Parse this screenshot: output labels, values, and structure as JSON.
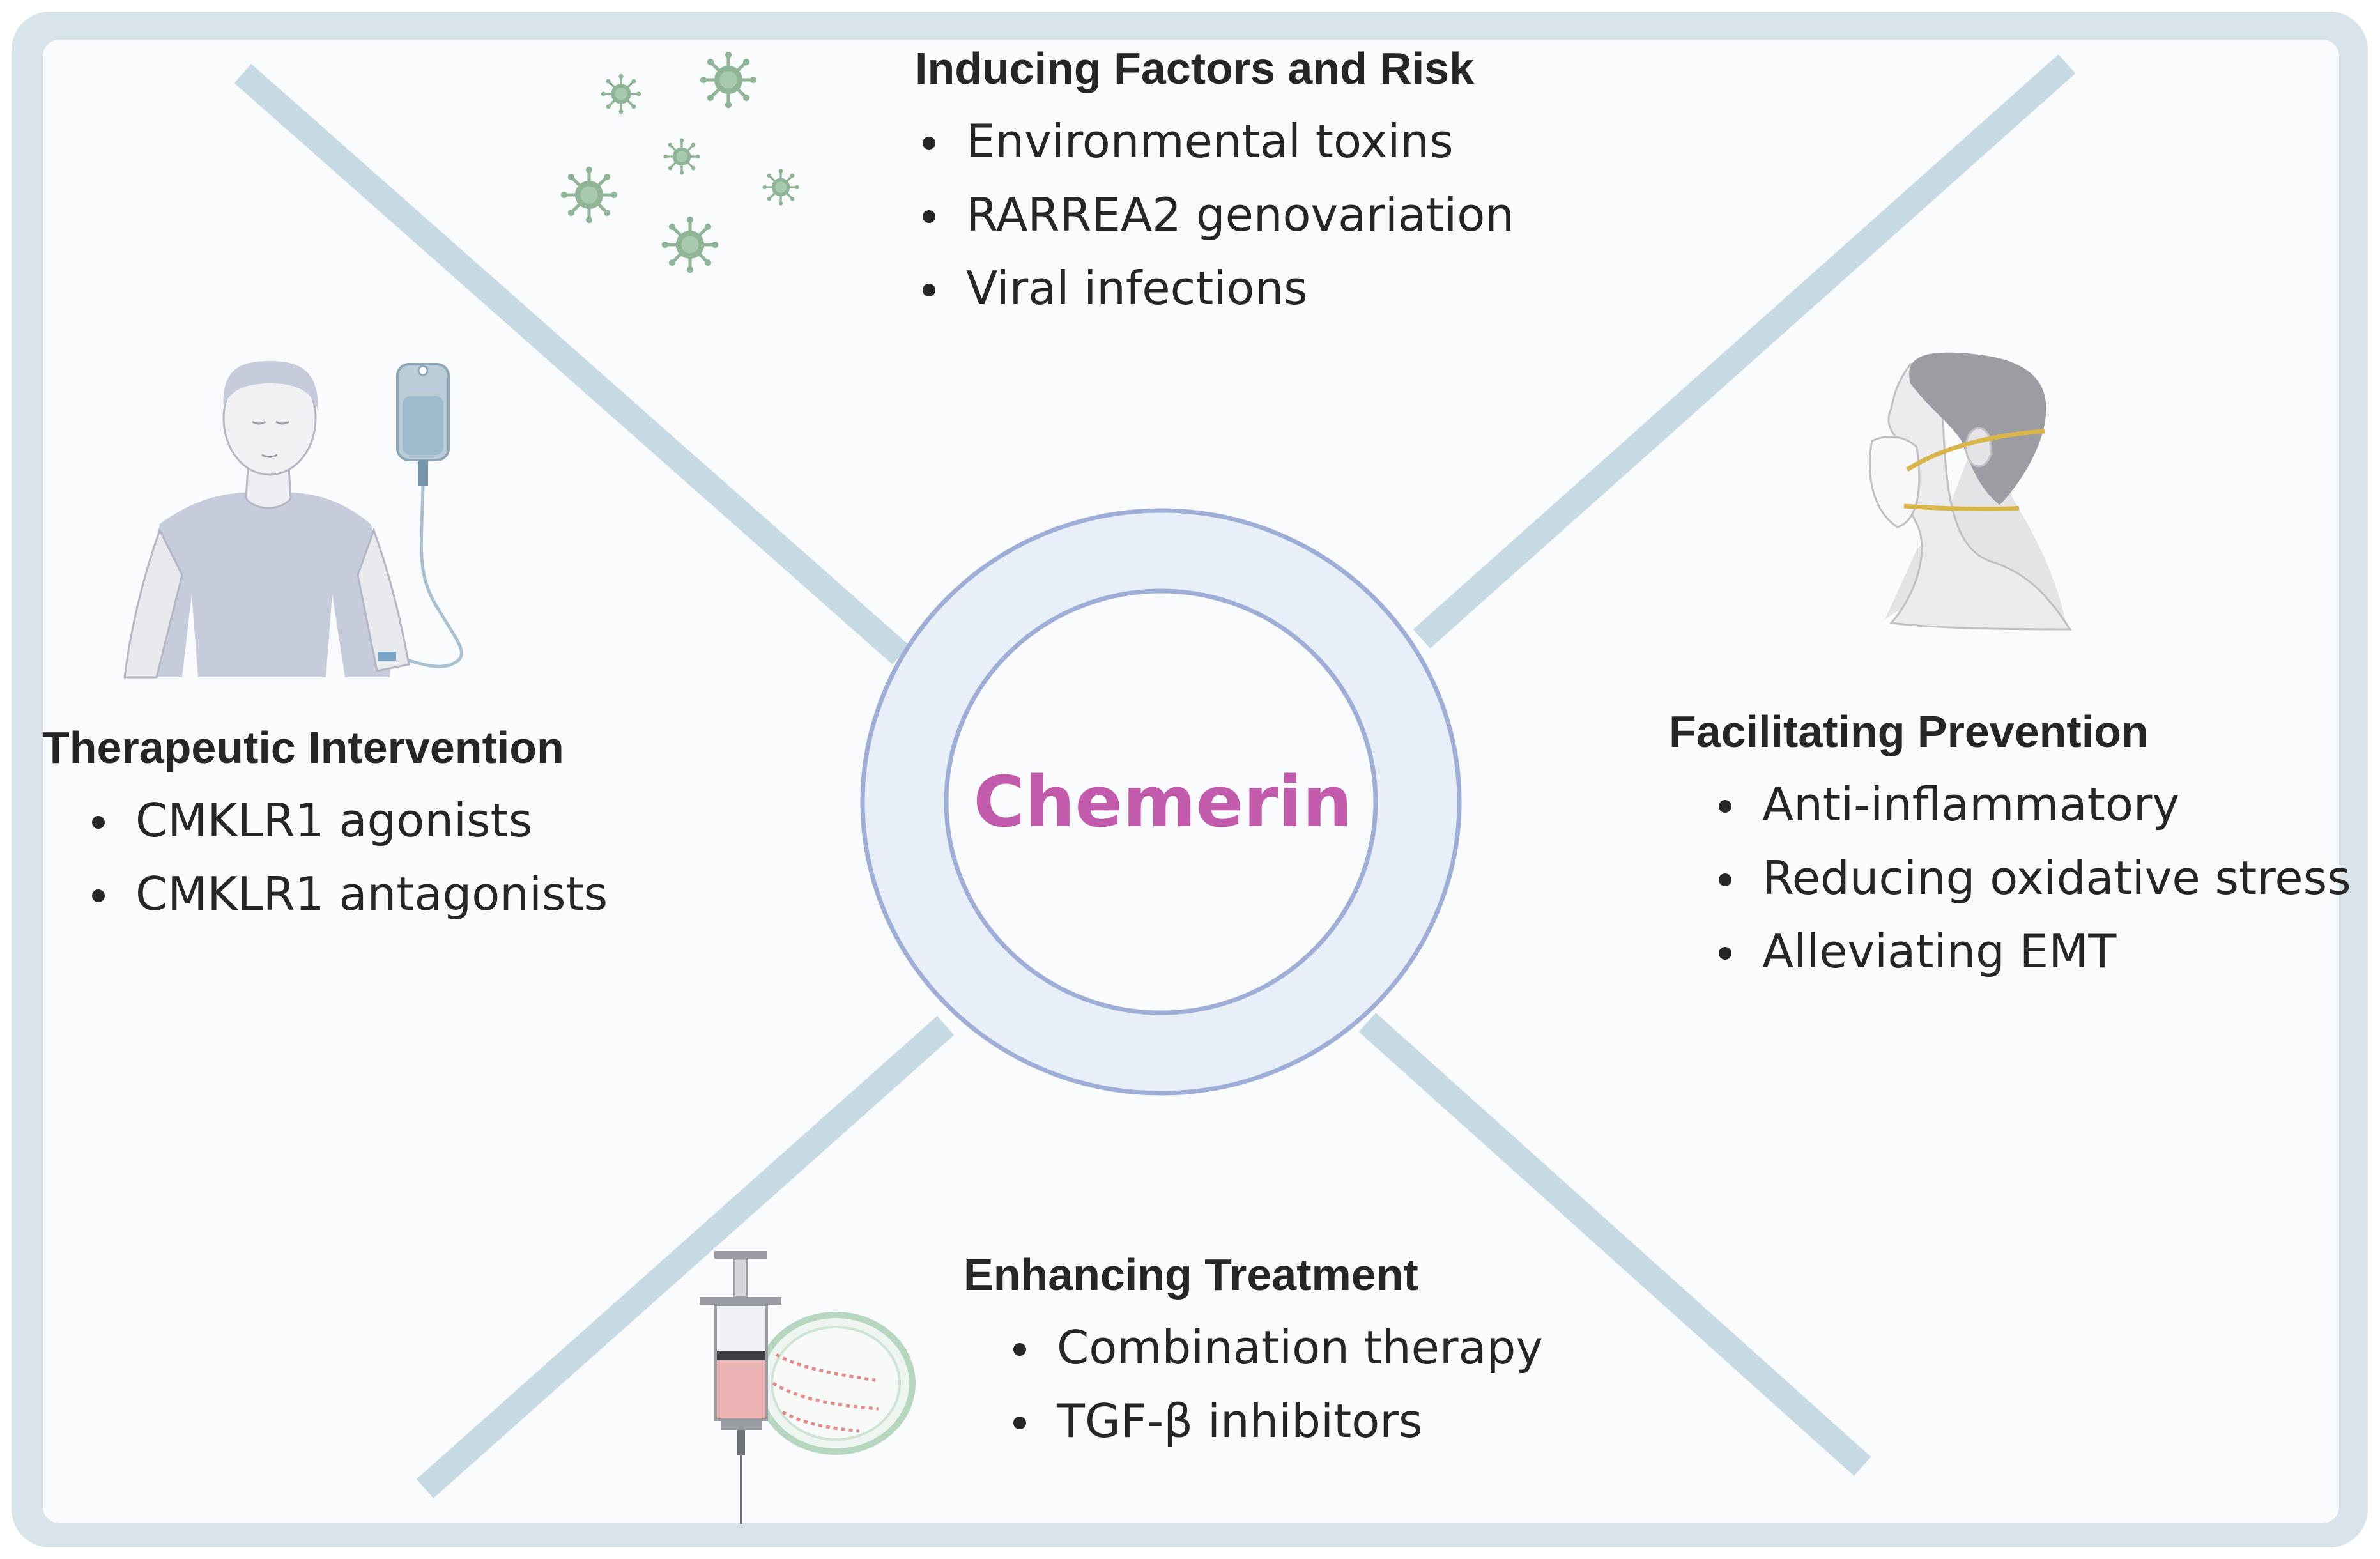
{
  "center": {
    "label": "Chemerin"
  },
  "quadrants": {
    "top": {
      "title": "Inducing Factors and Risk",
      "items": [
        "Environmental toxins",
        "RARREA2 genovariation",
        "Viral infections"
      ]
    },
    "left": {
      "title": "Therapeutic Intervention",
      "items": [
        "CMKLR1 agonists",
        "CMKLR1 antagonists"
      ]
    },
    "right": {
      "title": "Facilitating Prevention",
      "items": [
        "Anti-inflammatory",
        "Reducing oxidative stress",
        "Alleviating EMT"
      ]
    },
    "bottom": {
      "title": "Enhancing Treatment",
      "items": [
        "Combination therapy",
        "TGF-β inhibitors"
      ]
    }
  },
  "icons": [
    "virus-icon",
    "patient-iv-drip-icon",
    "face-mask-person-icon",
    "syringe-petri-dish-icon"
  ],
  "colors": {
    "frame": "#d9e3ea",
    "background": "#fafbfc",
    "diagonal": "#c5dae3",
    "ring": "#9eaed6",
    "ring_fill": "#e9eff8",
    "center_text": "#c25bab",
    "text": "#262626"
  }
}
